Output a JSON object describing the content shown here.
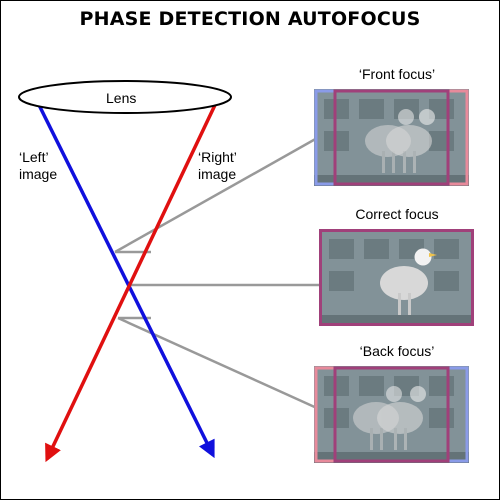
{
  "title": "PHASE DETECTION AUTOFOCUS",
  "lens": {
    "label": "Lens"
  },
  "rays": {
    "left_label": "‘Left’\nimage",
    "right_label": "‘Right’\nimage",
    "left_color": "#1010dd",
    "right_color": "#e01010"
  },
  "panels": [
    {
      "caption": "‘Front focus’",
      "state": "front",
      "left_frame_color": "#8a9be8",
      "right_frame_color": "#e88a9b"
    },
    {
      "caption": "Correct focus",
      "state": "correct",
      "frame_color": "#a0407a"
    },
    {
      "caption": "‘Back focus’",
      "state": "back",
      "left_frame_color": "#e88a9b",
      "right_frame_color": "#8a9be8"
    }
  ],
  "colors": {
    "connector": "#999999",
    "lens_stroke": "#000000"
  }
}
